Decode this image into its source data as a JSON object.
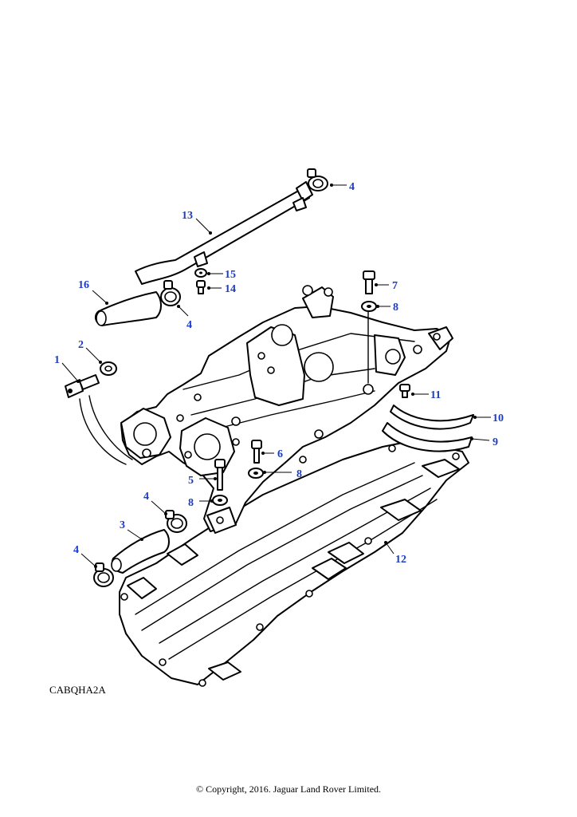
{
  "diagram": {
    "code": "CABQHA2A",
    "copyright": "© Copyright, 2016. Jaguar Land Rover Limited.",
    "callouts": [
      "1",
      "2",
      "3",
      "4",
      "4",
      "4",
      "4",
      "5",
      "6",
      "7",
      "8",
      "8",
      "8",
      "9",
      "10",
      "11",
      "12",
      "13",
      "14",
      "15",
      "16"
    ],
    "callout_color": "#1a3cc8"
  }
}
